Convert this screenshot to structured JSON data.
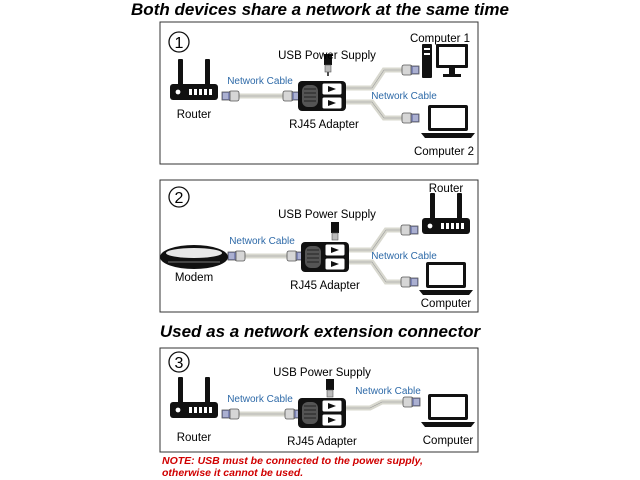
{
  "headings": {
    "top": "Both devices share a network at the same time",
    "middle": "Used as a network extension connector"
  },
  "panels": [
    {
      "number": "1",
      "source_label": "Router",
      "source_icon": "router-icon",
      "usb_label": "USB Power Supply",
      "adapter_label": "RJ45 Adapter",
      "cable_label_left": "Network Cable",
      "cable_label_right": "Network Cable",
      "target_top_label": "Computer 1",
      "target_top_icon": "desktop-computer-icon",
      "target_bottom_label": "Computer 2",
      "target_bottom_icon": "laptop-icon"
    },
    {
      "number": "2",
      "source_label": "Modem",
      "source_icon": "modem-icon",
      "usb_label": "USB Power Supply",
      "adapter_label": "RJ45 Adapter",
      "cable_label_left": "Network Cable",
      "cable_label_right": "Network Cable",
      "target_top_label": "Router",
      "target_top_icon": "router-icon",
      "target_bottom_label": "Computer",
      "target_bottom_icon": "laptop-icon"
    },
    {
      "number": "3",
      "source_label": "Router",
      "source_icon": "router-icon",
      "usb_label": "USB Power Supply",
      "adapter_label": "RJ45 Adapter",
      "cable_label_left": "Network Cable",
      "cable_label_right": "Network Cable",
      "target_label": "Computer",
      "target_icon": "laptop-icon"
    }
  ],
  "note": {
    "line1": "NOTE:  USB must be connected to the power supply,",
    "line2": "otherwise it cannot be used.",
    "color": "#d00000"
  },
  "colors": {
    "cable_label": "#2e6aa8",
    "cable": "#d8d8cf",
    "connector": "#7e86b8",
    "device": "#111111"
  }
}
